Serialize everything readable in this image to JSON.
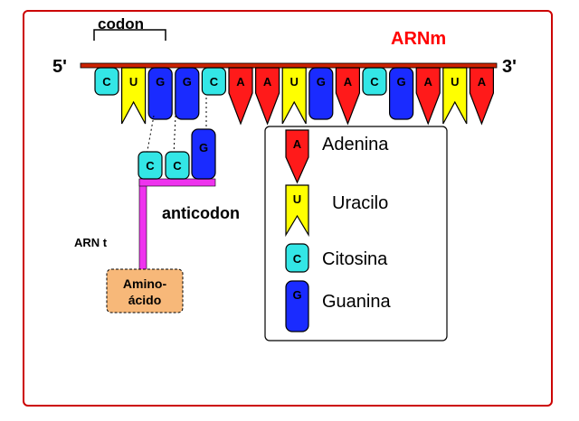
{
  "labels": {
    "codon": "codon",
    "arnm": "ARNm",
    "five_prime": "5'",
    "three_prime": "3'",
    "anticodon": "anticodon",
    "arnt": "ARN t",
    "amino_line1": "Amino-",
    "amino_line2": "ácido"
  },
  "mrna_bases": [
    "C",
    "U",
    "G",
    "G",
    "C",
    "A",
    "A",
    "U",
    "G",
    "A",
    "C",
    "G",
    "A",
    "U",
    "A"
  ],
  "anticodon_bases": [
    "C",
    "C",
    "G"
  ],
  "legend": [
    {
      "letter": "A",
      "name": "Adenina"
    },
    {
      "letter": "U",
      "name": "Uracilo"
    },
    {
      "letter": "C",
      "name": "Citosina"
    },
    {
      "letter": "G",
      "name": "Guanina"
    }
  ],
  "colors": {
    "A": "#ff1a1a",
    "U": "#ffff00",
    "C": "#33e6e6",
    "G": "#1a2bff",
    "frame": "#cc0000",
    "backbone": "#cc2200",
    "trna": "#ee33ee",
    "amino": "#f7b879",
    "arnm_text": "#ff0000"
  }
}
